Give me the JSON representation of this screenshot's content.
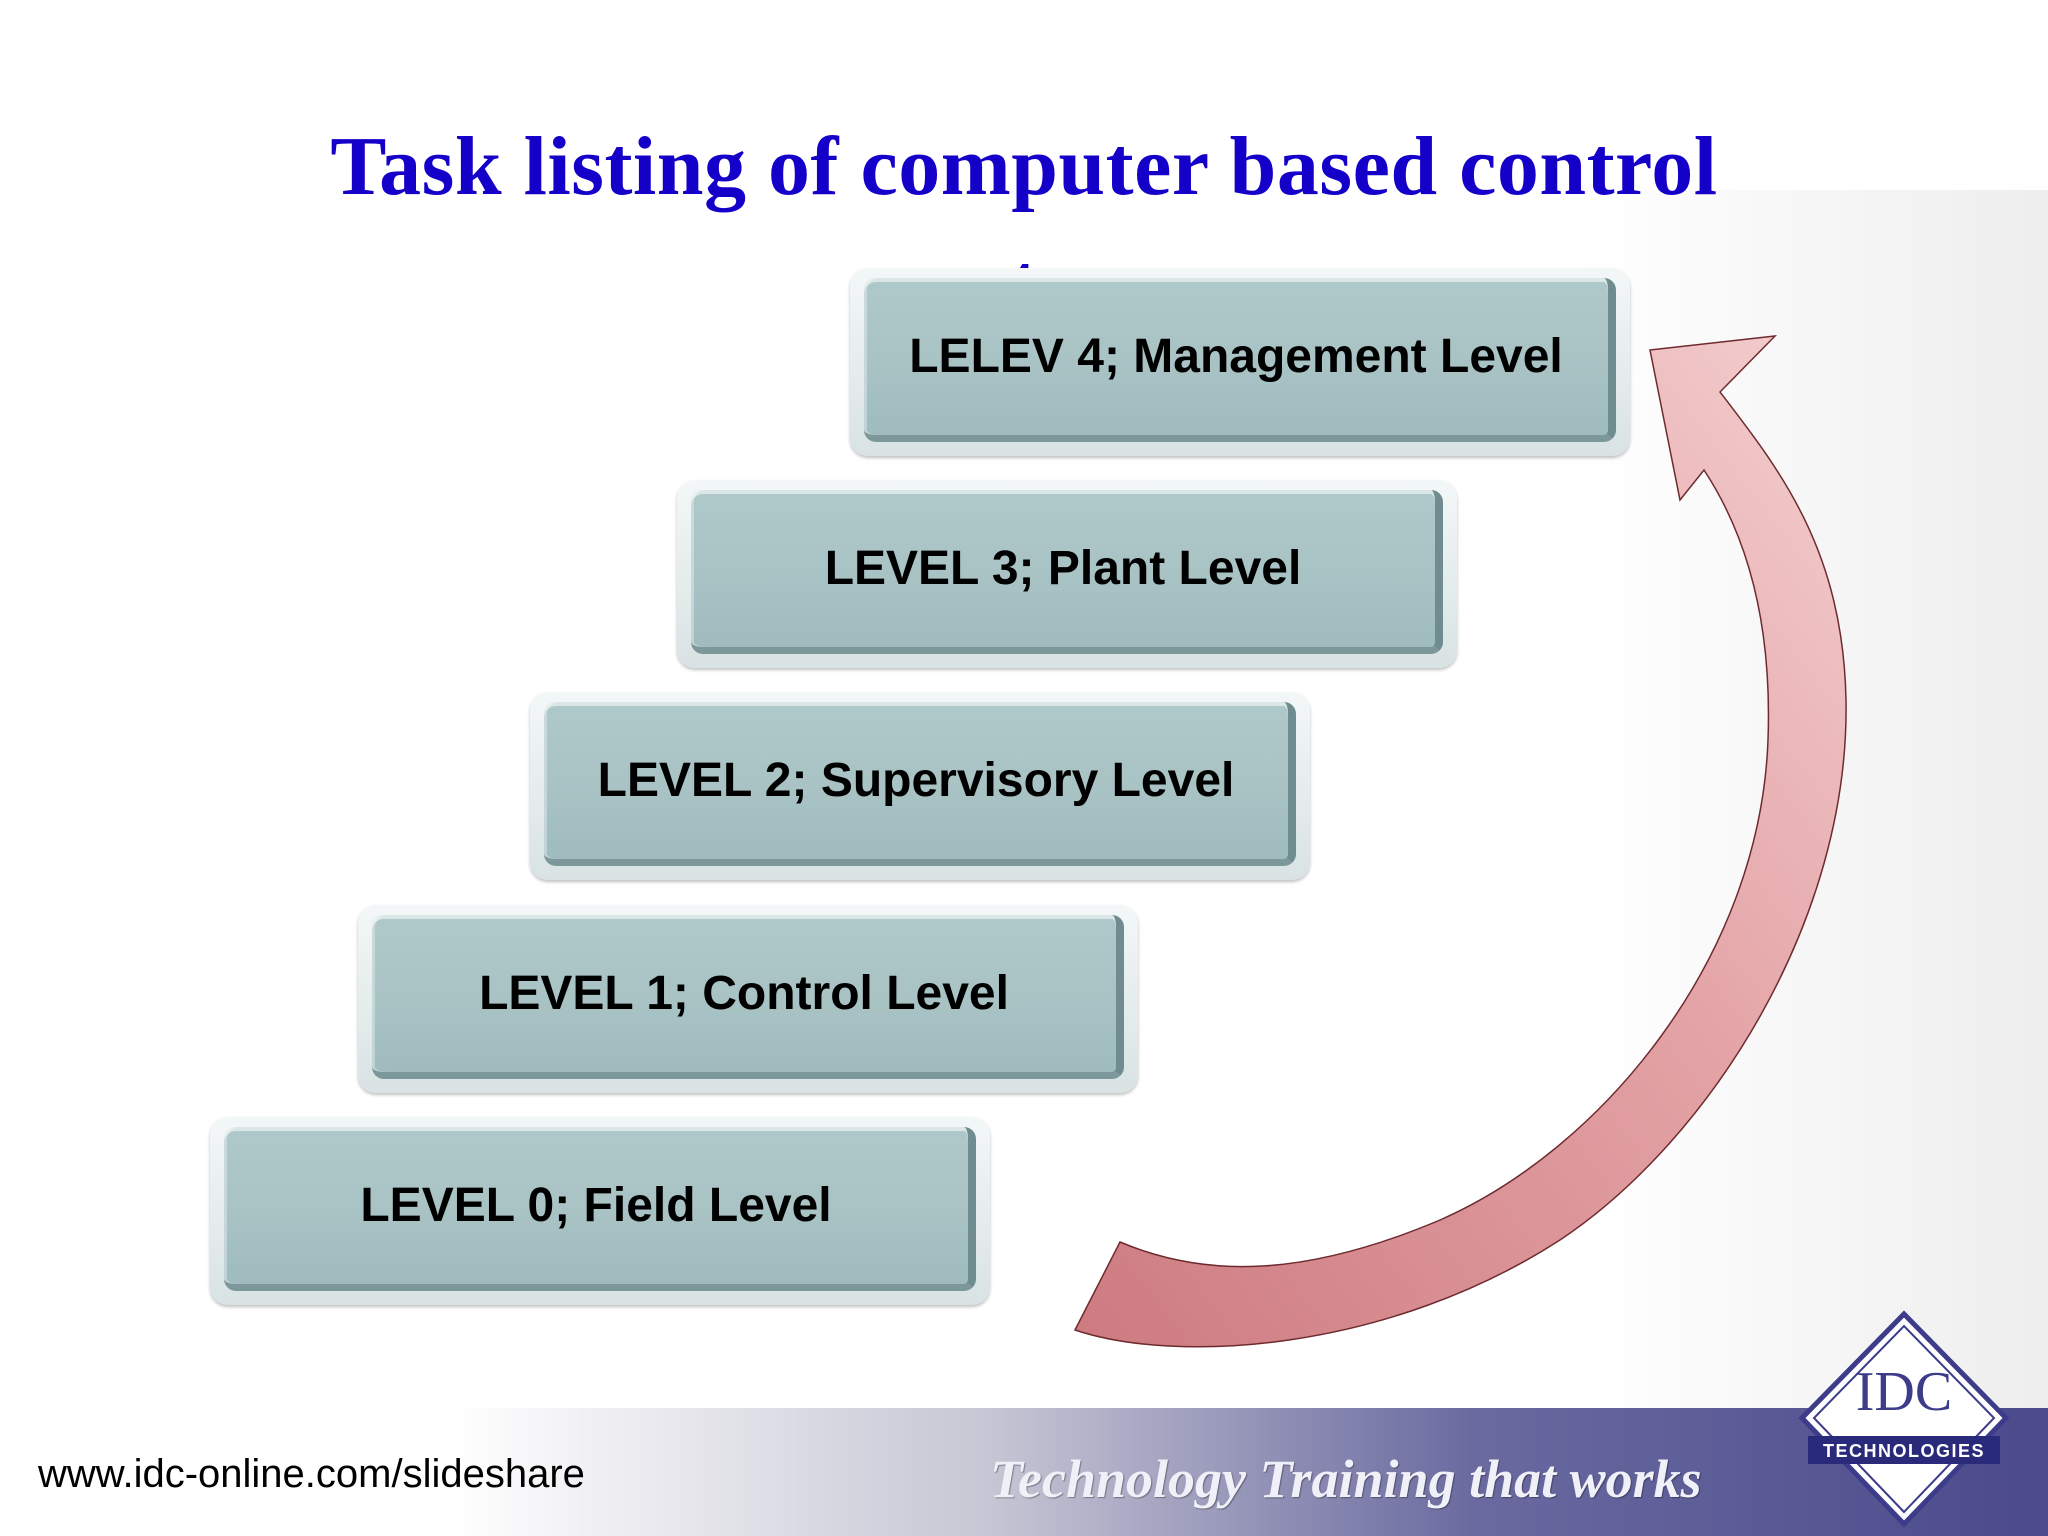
{
  "slide": {
    "title": "Task listing of  computer based control system",
    "levels": [
      {
        "label": "LELEV 4; Management Level"
      },
      {
        "label": "LEVEL 3; Plant Level"
      },
      {
        "label": "LEVEL 2; Supervisory Level"
      },
      {
        "label": "LEVEL 1; Control Level"
      },
      {
        "label": "LEVEL 0; Field Level"
      }
    ]
  },
  "footer": {
    "url": "www.idc-online.com/slideshare",
    "tagline": "Technology Training that works"
  },
  "logo": {
    "name": "IDC",
    "subtitle": "TECHNOLOGIES"
  },
  "colors": {
    "title": "#1400c9",
    "step_face": "#a9c3c5",
    "arrow": "#d98a8e"
  }
}
